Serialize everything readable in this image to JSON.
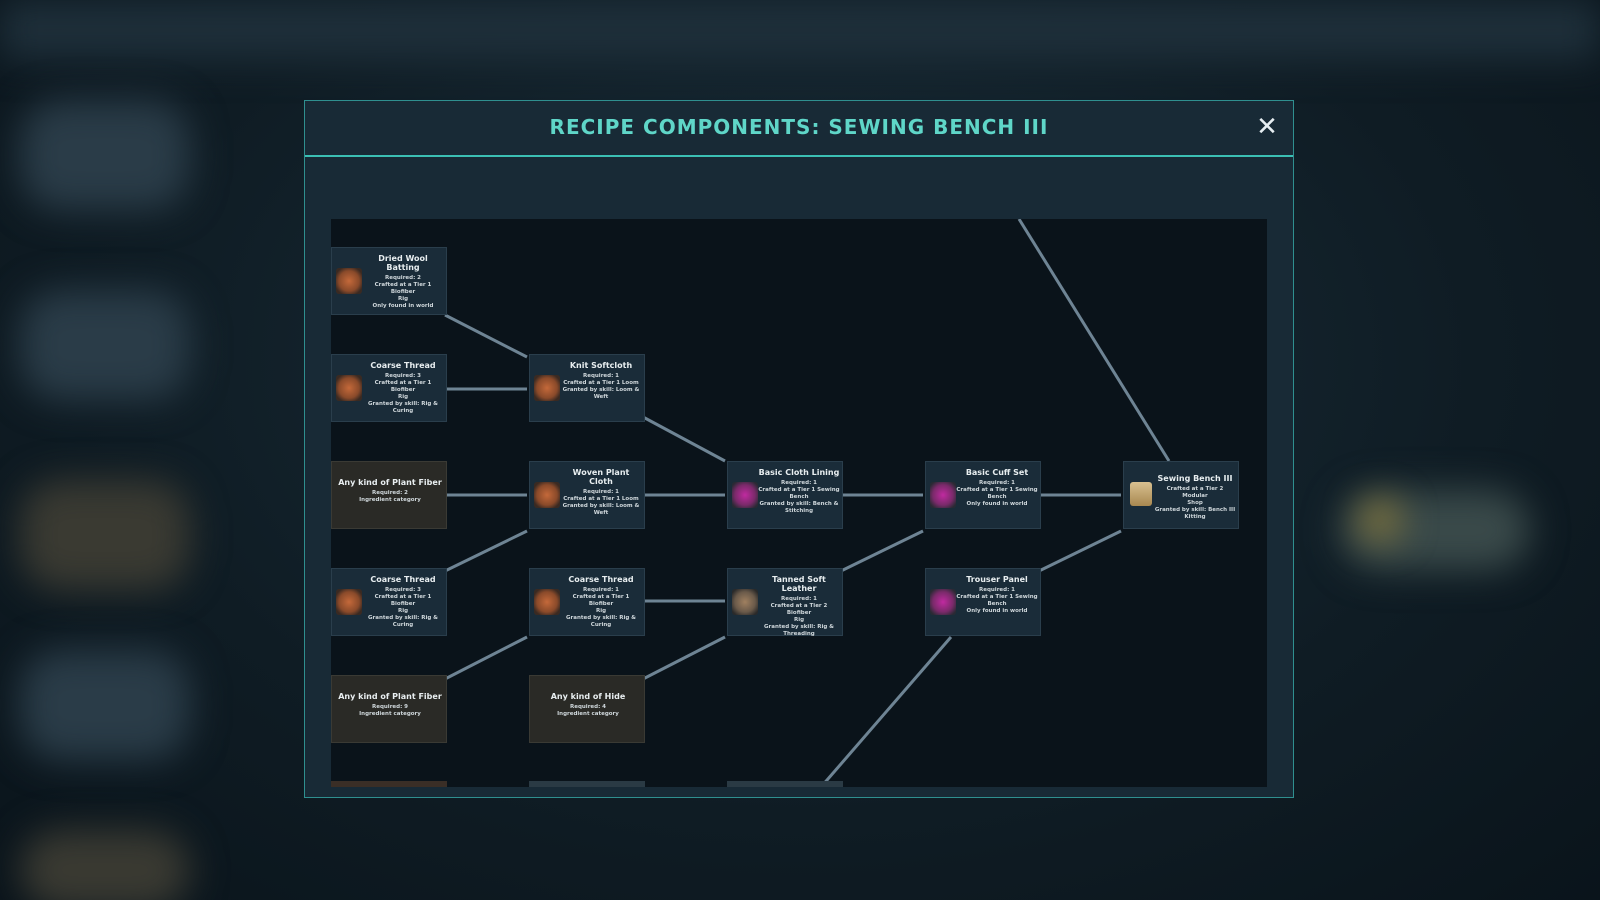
{
  "modal": {
    "title": "RECIPE COMPONENTS: SEWING BENCH III",
    "close_label": "✕"
  },
  "nodes": {
    "dried_wool_batting": {
      "name": "Dried Wool Batting",
      "lines": [
        "Required: 2",
        "Crafted at a Tier 1 Biofiber",
        "Rig",
        "Only found in world"
      ]
    },
    "coarse_thread_1": {
      "name": "Coarse Thread",
      "lines": [
        "Required: 3",
        "Crafted at a Tier 1 Biofiber",
        "Rig",
        "Granted by skill: Rig & Curing"
      ]
    },
    "any_plant_fiber_1": {
      "name": "Any kind of Plant Fiber",
      "lines": [
        "Required: 2",
        "Ingredient category"
      ]
    },
    "coarse_thread_2": {
      "name": "Coarse Thread",
      "lines": [
        "Required: 3",
        "Crafted at a Tier 1 Biofiber",
        "Rig",
        "Granted by skill: Rig & Curing"
      ]
    },
    "any_plant_fiber_2": {
      "name": "Any kind of Plant Fiber",
      "lines": [
        "Required: 9",
        "Ingredient category"
      ]
    },
    "knit_softcloth": {
      "name": "Knit Softcloth",
      "lines": [
        "Required: 1",
        "Crafted at a Tier 1 Loom",
        "Granted by skill: Loom & Weft"
      ]
    },
    "woven_plant_cloth": {
      "name": "Woven Plant Cloth",
      "lines": [
        "Required: 1",
        "Crafted at a Tier 1 Loom",
        "Granted by skill: Loom & Weft"
      ]
    },
    "coarse_thread_3": {
      "name": "Coarse Thread",
      "lines": [
        "Required: 1",
        "Crafted at a Tier 1 Biofiber",
        "Rig",
        "Granted by skill: Rig & Curing"
      ]
    },
    "any_hide": {
      "name": "Any kind of Hide",
      "lines": [
        "Required: 4",
        "Ingredient category"
      ]
    },
    "basic_cloth_lining": {
      "name": "Basic Cloth Lining",
      "lines": [
        "Required: 1",
        "Crafted at a Tier 1 Sewing",
        "Bench",
        "Granted by skill: Bench & Stitching"
      ]
    },
    "tanned_soft_leather": {
      "name": "Tanned Soft Leather",
      "lines": [
        "Required: 1",
        "Crafted at a Tier 2 Biofiber",
        "Rig",
        "Granted by skill: Rig & Threading"
      ]
    },
    "basic_cuff_set": {
      "name": "Basic Cuff Set",
      "lines": [
        "Required: 1",
        "Crafted at a Tier 1 Sewing",
        "Bench",
        "Only found in world"
      ]
    },
    "trouser_panel": {
      "name": "Trouser Panel",
      "lines": [
        "Required: 1",
        "Crafted at a Tier 1 Sewing",
        "Bench",
        "Only found in world"
      ]
    },
    "sewing_bench_iii": {
      "name": "Sewing Bench III",
      "lines": [
        "Crafted at a Tier 2 Modular",
        "Shop",
        "Granted by skill: Bench III",
        "Kitting"
      ]
    }
  },
  "icons": {
    "wool": "textile-icon",
    "purple": "cloth-icon",
    "leather": "leather-icon",
    "bench": "bench-icon"
  },
  "colors": {
    "accent": "#5fd6c8",
    "border": "#3bbfb4",
    "panel": "#182a36",
    "canvas": "#0a131a",
    "edge": "#6e8494"
  }
}
